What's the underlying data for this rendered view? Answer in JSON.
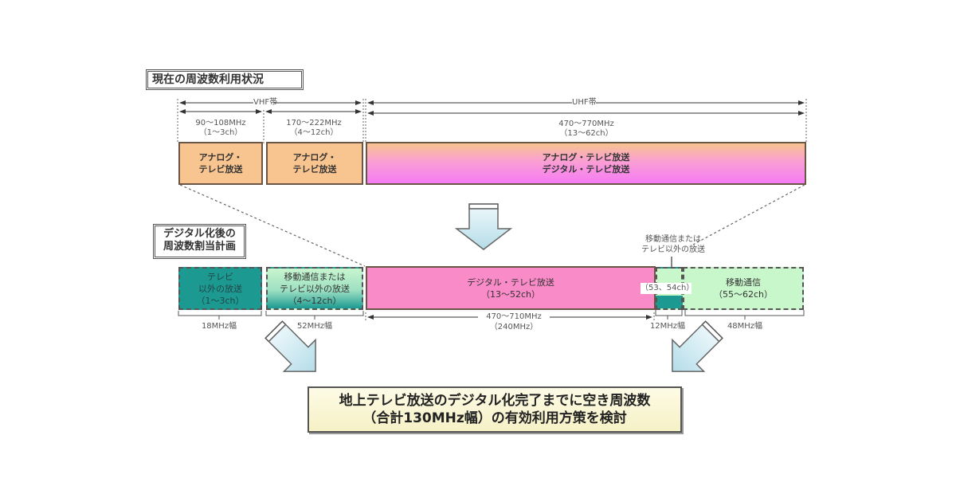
{
  "current": {
    "title": "現在の周波数利用状況",
    "vhf_label": "VHF帯",
    "uhf_label": "UHF帯",
    "bands": [
      {
        "freq": "90～108MHz",
        "ch": "（1～3ch）",
        "line1": "アナログ・",
        "line2": "テレビ放送"
      },
      {
        "freq": "170～222MHz",
        "ch": "（4～12ch）",
        "line1": "アナログ・",
        "line2": "テレビ放送"
      },
      {
        "freq": "470～770MHz",
        "ch": "（13～62ch）",
        "line1": "アナログ・テレビ放送",
        "line2": "デジタル・テレビ放送"
      }
    ]
  },
  "after": {
    "title_line1": "デジタル化後の",
    "title_line2": "周波数割当計画",
    "bands": [
      {
        "line1": "テレビ",
        "line2": "以外の放送",
        "line3": "（1～3ch）",
        "width": "18MHz幅"
      },
      {
        "line1": "移動通信または",
        "line2": "テレビ以外の放送",
        "line3": "（4～12ch）",
        "width": "52MHz幅"
      },
      {
        "line1": "デジタル・テレビ放送",
        "line2": "（13～52ch）",
        "range": "470～710MHz",
        "range_sub": "（240MHz）"
      },
      {
        "callout_line1": "移動通信または",
        "callout_line2": "テレビ以外の放送",
        "ch": "（53、54ch）",
        "width": "12MHz幅"
      },
      {
        "line1": "移動通信",
        "line2": "（55～62ch）",
        "width": "48MHz幅"
      }
    ]
  },
  "conclusion": {
    "line1": "地上テレビ放送のデジタル化完了までに空き周波数",
    "line2": "（合計130MHz幅）の有効利用方策を検討"
  },
  "colors": {
    "analog": "#f8c48f",
    "digital_tv": "#f98bc8",
    "teal": "#1c9a92",
    "mobile": "#c9f7cc",
    "conclusion_bg": "#f6f1c6"
  }
}
